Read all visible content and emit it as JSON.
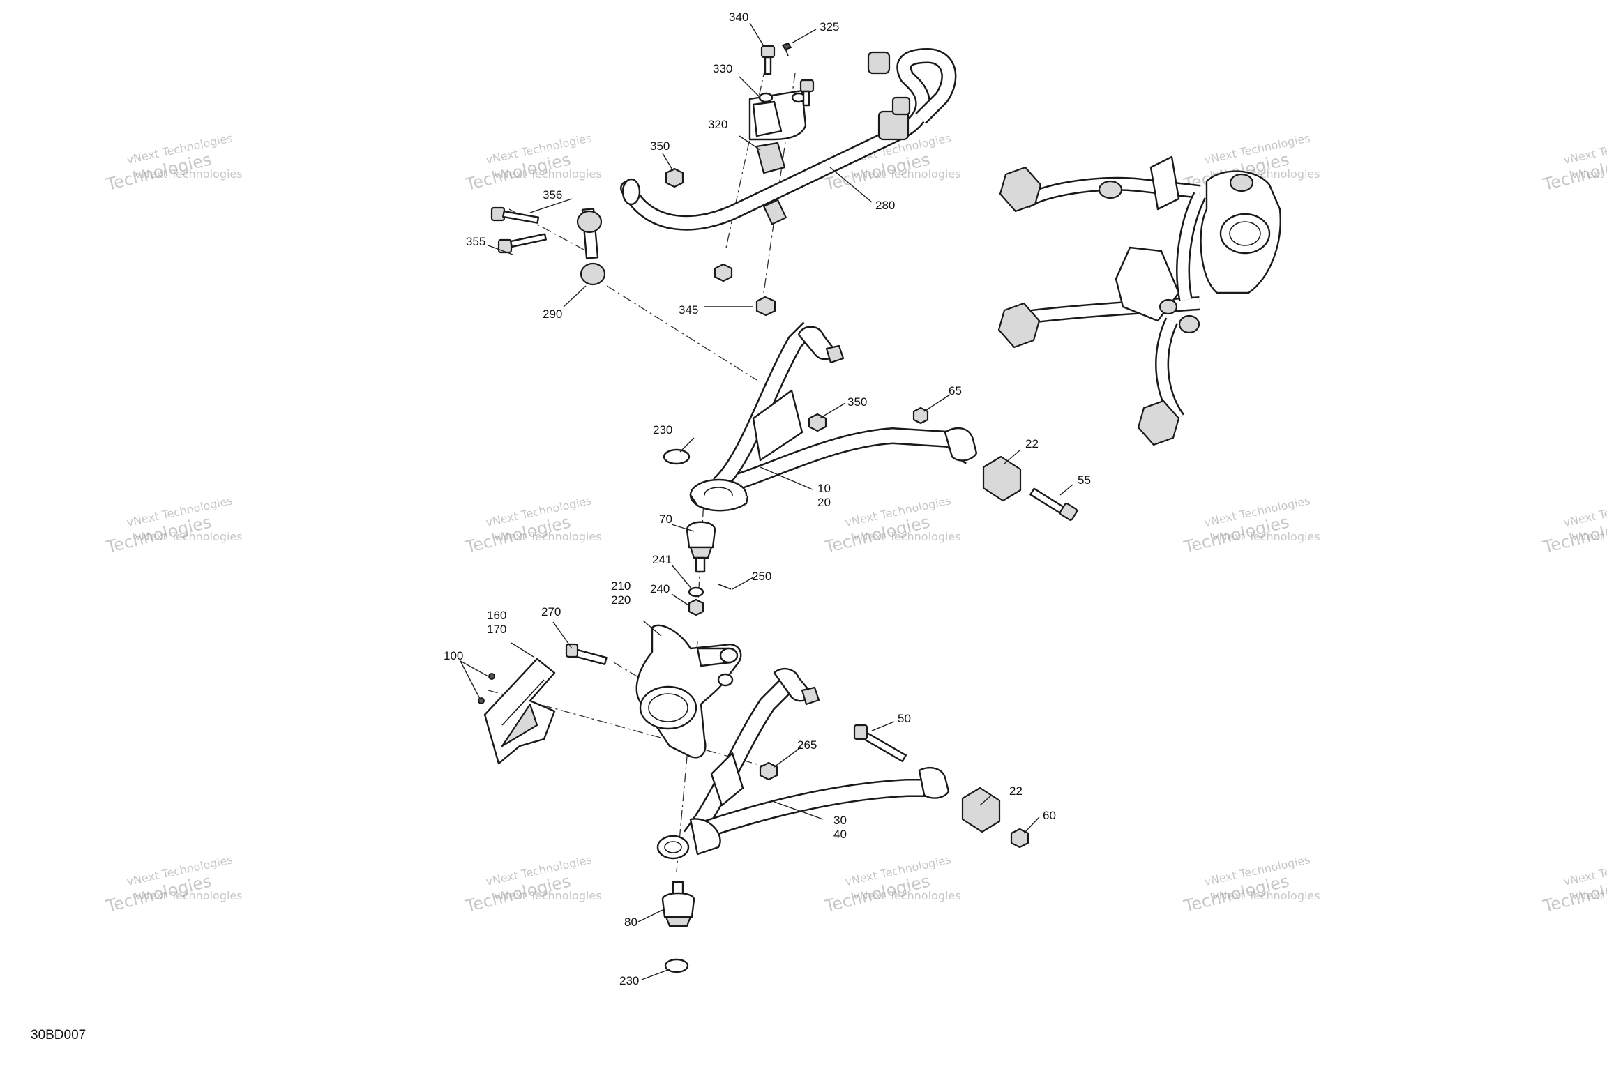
{
  "diagram_ref": "30BD007",
  "watermark": {
    "line1": "vNext Technologies",
    "line2": "Technologies"
  },
  "callouts": [
    {
      "id": "c340",
      "text": "340"
    },
    {
      "id": "c325",
      "text": "325"
    },
    {
      "id": "c330",
      "text": "330"
    },
    {
      "id": "c320",
      "text": "320"
    },
    {
      "id": "c350a",
      "text": "350"
    },
    {
      "id": "c356",
      "text": "356"
    },
    {
      "id": "c355",
      "text": "355"
    },
    {
      "id": "c290",
      "text": "290"
    },
    {
      "id": "c345",
      "text": "345"
    },
    {
      "id": "c280",
      "text": "280"
    },
    {
      "id": "c350b",
      "text": "350"
    },
    {
      "id": "c65",
      "text": "65"
    },
    {
      "id": "c230a",
      "text": "230"
    },
    {
      "id": "c22a",
      "text": "22"
    },
    {
      "id": "c10",
      "text": "10"
    },
    {
      "id": "c20",
      "text": "20"
    },
    {
      "id": "c55",
      "text": "55"
    },
    {
      "id": "c70",
      "text": "70"
    },
    {
      "id": "c241",
      "text": "241"
    },
    {
      "id": "c250",
      "text": "250"
    },
    {
      "id": "c240",
      "text": "240"
    },
    {
      "id": "c210",
      "text": "210"
    },
    {
      "id": "c220",
      "text": "220"
    },
    {
      "id": "c160",
      "text": "160"
    },
    {
      "id": "c170",
      "text": "170"
    },
    {
      "id": "c270",
      "text": "270"
    },
    {
      "id": "c100",
      "text": "100"
    },
    {
      "id": "c265",
      "text": "265"
    },
    {
      "id": "c50",
      "text": "50"
    },
    {
      "id": "c22b",
      "text": "22"
    },
    {
      "id": "c60",
      "text": "60"
    },
    {
      "id": "c30",
      "text": "30"
    },
    {
      "id": "c40",
      "text": "40"
    },
    {
      "id": "c80",
      "text": "80"
    },
    {
      "id": "c230b",
      "text": "230"
    }
  ]
}
